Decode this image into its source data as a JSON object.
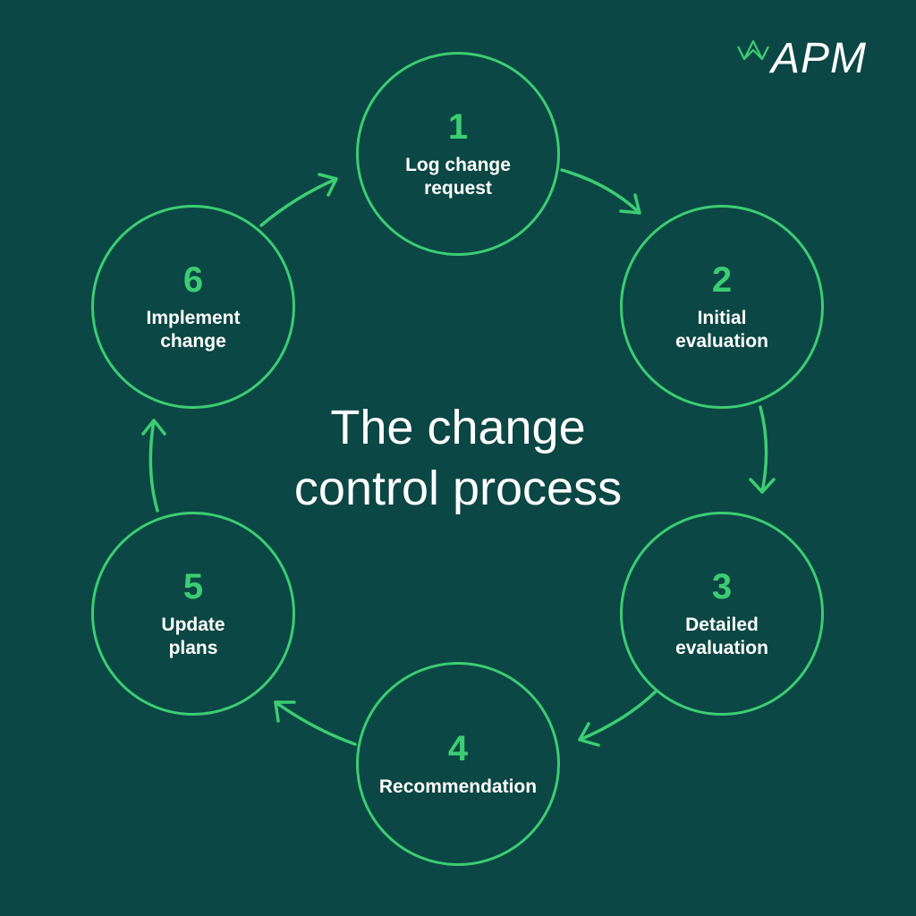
{
  "brand": {
    "logo_text": "APM",
    "logo_icon": "crown-icon"
  },
  "title": "The change\ncontrol process",
  "steps": [
    {
      "number": "1",
      "label": "Log change\nrequest"
    },
    {
      "number": "2",
      "label": "Initial\nevaluation"
    },
    {
      "number": "3",
      "label": "Detailed\nevaluation"
    },
    {
      "number": "4",
      "label": "Recommendation"
    },
    {
      "number": "5",
      "label": "Update\nplans"
    },
    {
      "number": "6",
      "label": "Implement\nchange"
    }
  ],
  "colors": {
    "background": "#0b4744",
    "accent": "#3ccd73",
    "text": "#ffffff"
  }
}
